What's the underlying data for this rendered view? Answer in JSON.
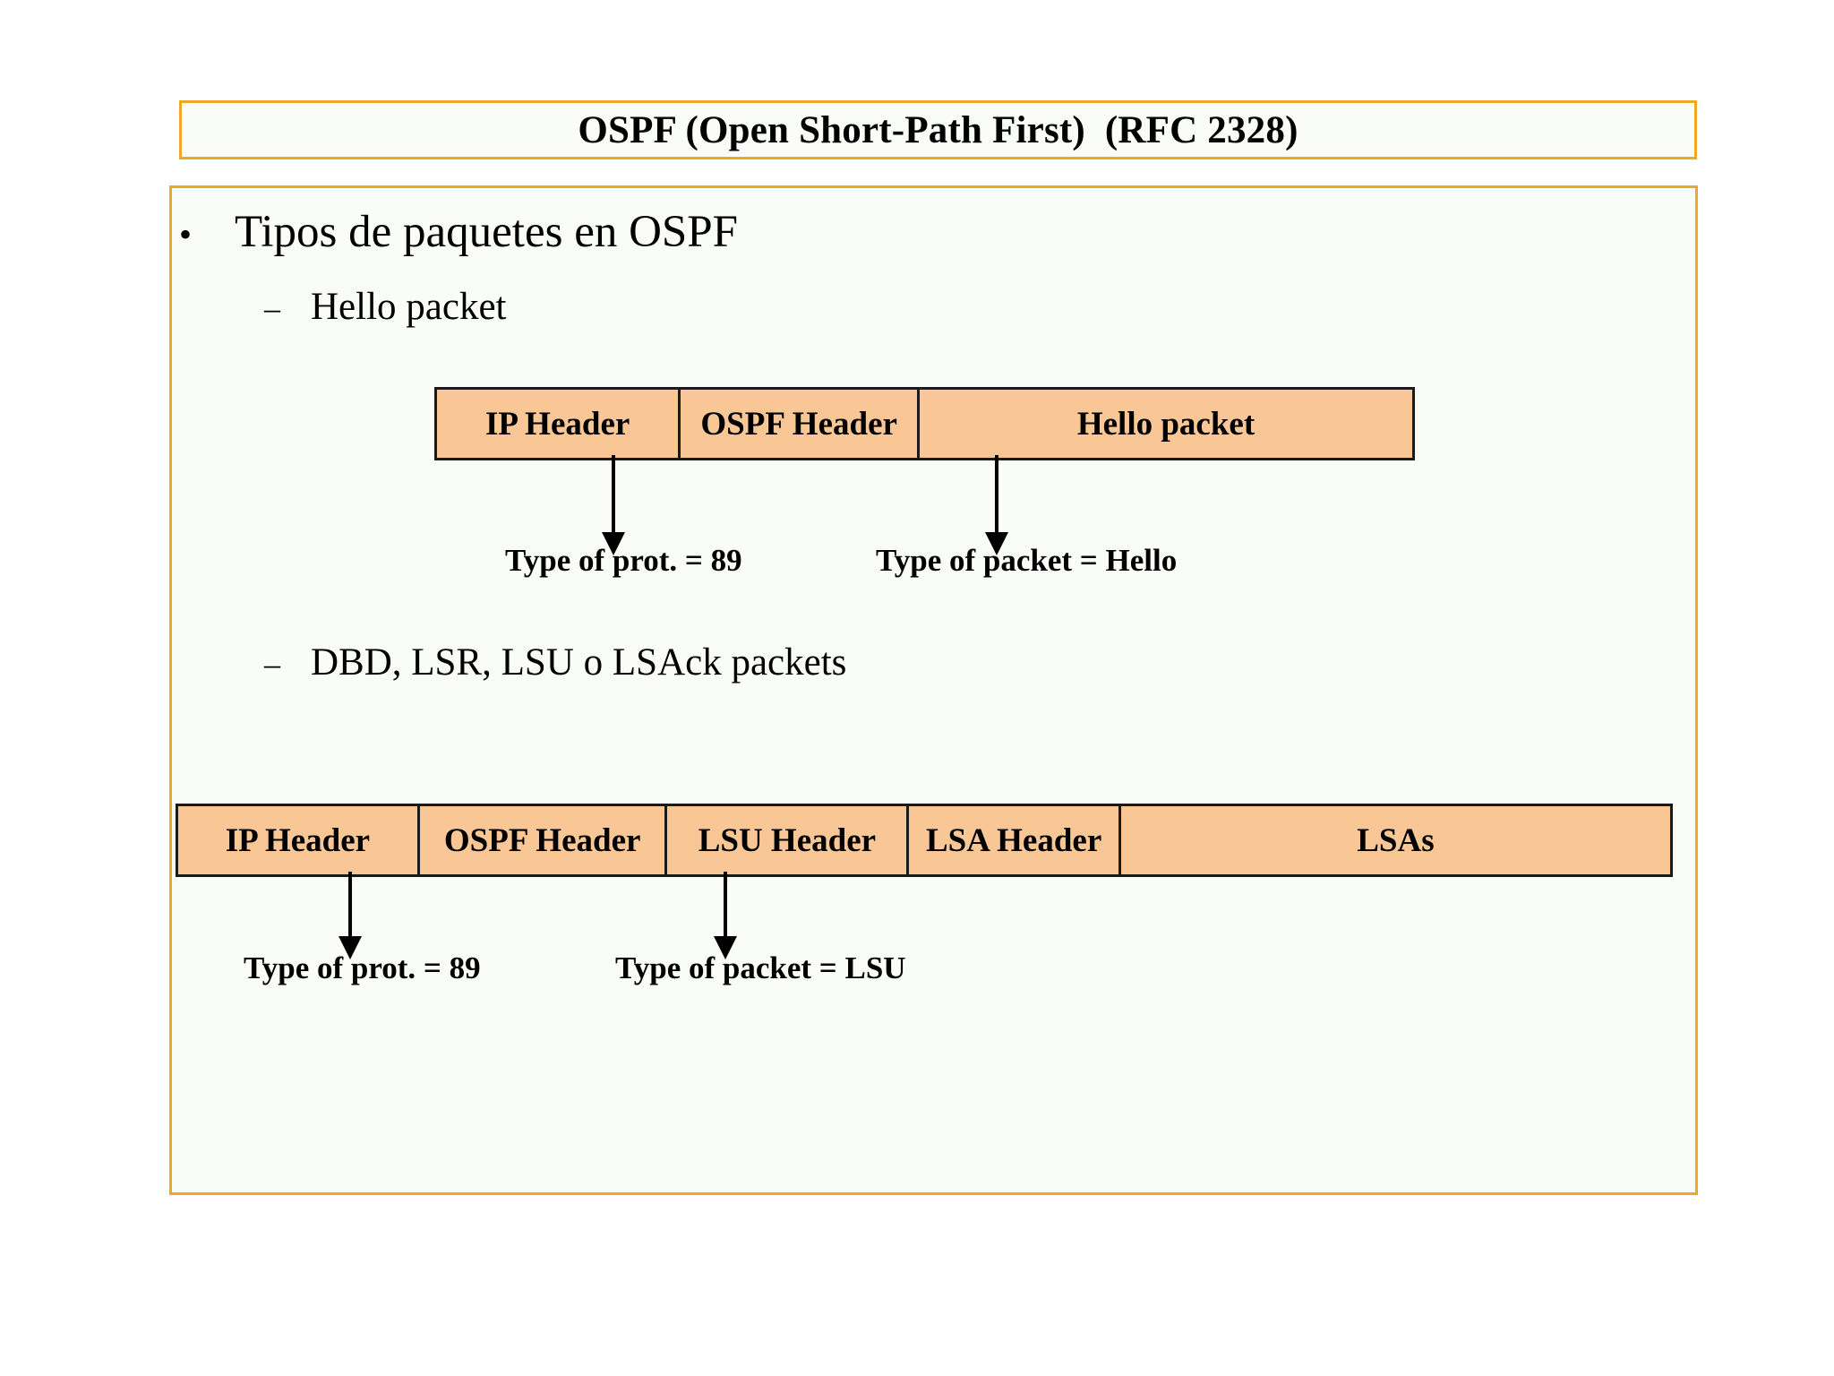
{
  "slide": {
    "title": "OSPF (Open Short-Path First)  (RFC 2328)",
    "frame_color": "#EFA823",
    "frame_fill": "#FAFCF7",
    "box_fill": "#F9C795",
    "box_border": "#1a1a1a"
  },
  "outline": {
    "level1": {
      "marker": "•",
      "text": "Tipos de paquetes en OSPF"
    },
    "level2": [
      {
        "marker": "–",
        "text": "Hello packet"
      },
      {
        "marker": "–",
        "text": "DBD, LSR, LSU o LSAck packets"
      }
    ]
  },
  "diagrams": [
    {
      "id": "hello",
      "cells": [
        {
          "label": "IP Header",
          "width_pct": 25
        },
        {
          "label": "OSPF Header",
          "width_pct": 24.5
        },
        {
          "label": "Hello packet",
          "width_pct": 50.5
        }
      ],
      "annotations": [
        {
          "text": "Type of prot. = 89"
        },
        {
          "text": "Type of packet = Hello"
        }
      ]
    },
    {
      "id": "lsu",
      "cells": [
        {
          "label": "IP Header",
          "width_pct": 16.2
        },
        {
          "label": "OSPF Header",
          "width_pct": 16.6
        },
        {
          "label": "LSU Header",
          "width_pct": 16.2
        },
        {
          "label": "LSA Header",
          "width_pct": 14.2
        },
        {
          "label": "LSAs",
          "width_pct": 36.8
        }
      ],
      "annotations": [
        {
          "text": "Type of prot. = 89"
        },
        {
          "text": "Type of packet = LSU"
        }
      ]
    }
  ]
}
